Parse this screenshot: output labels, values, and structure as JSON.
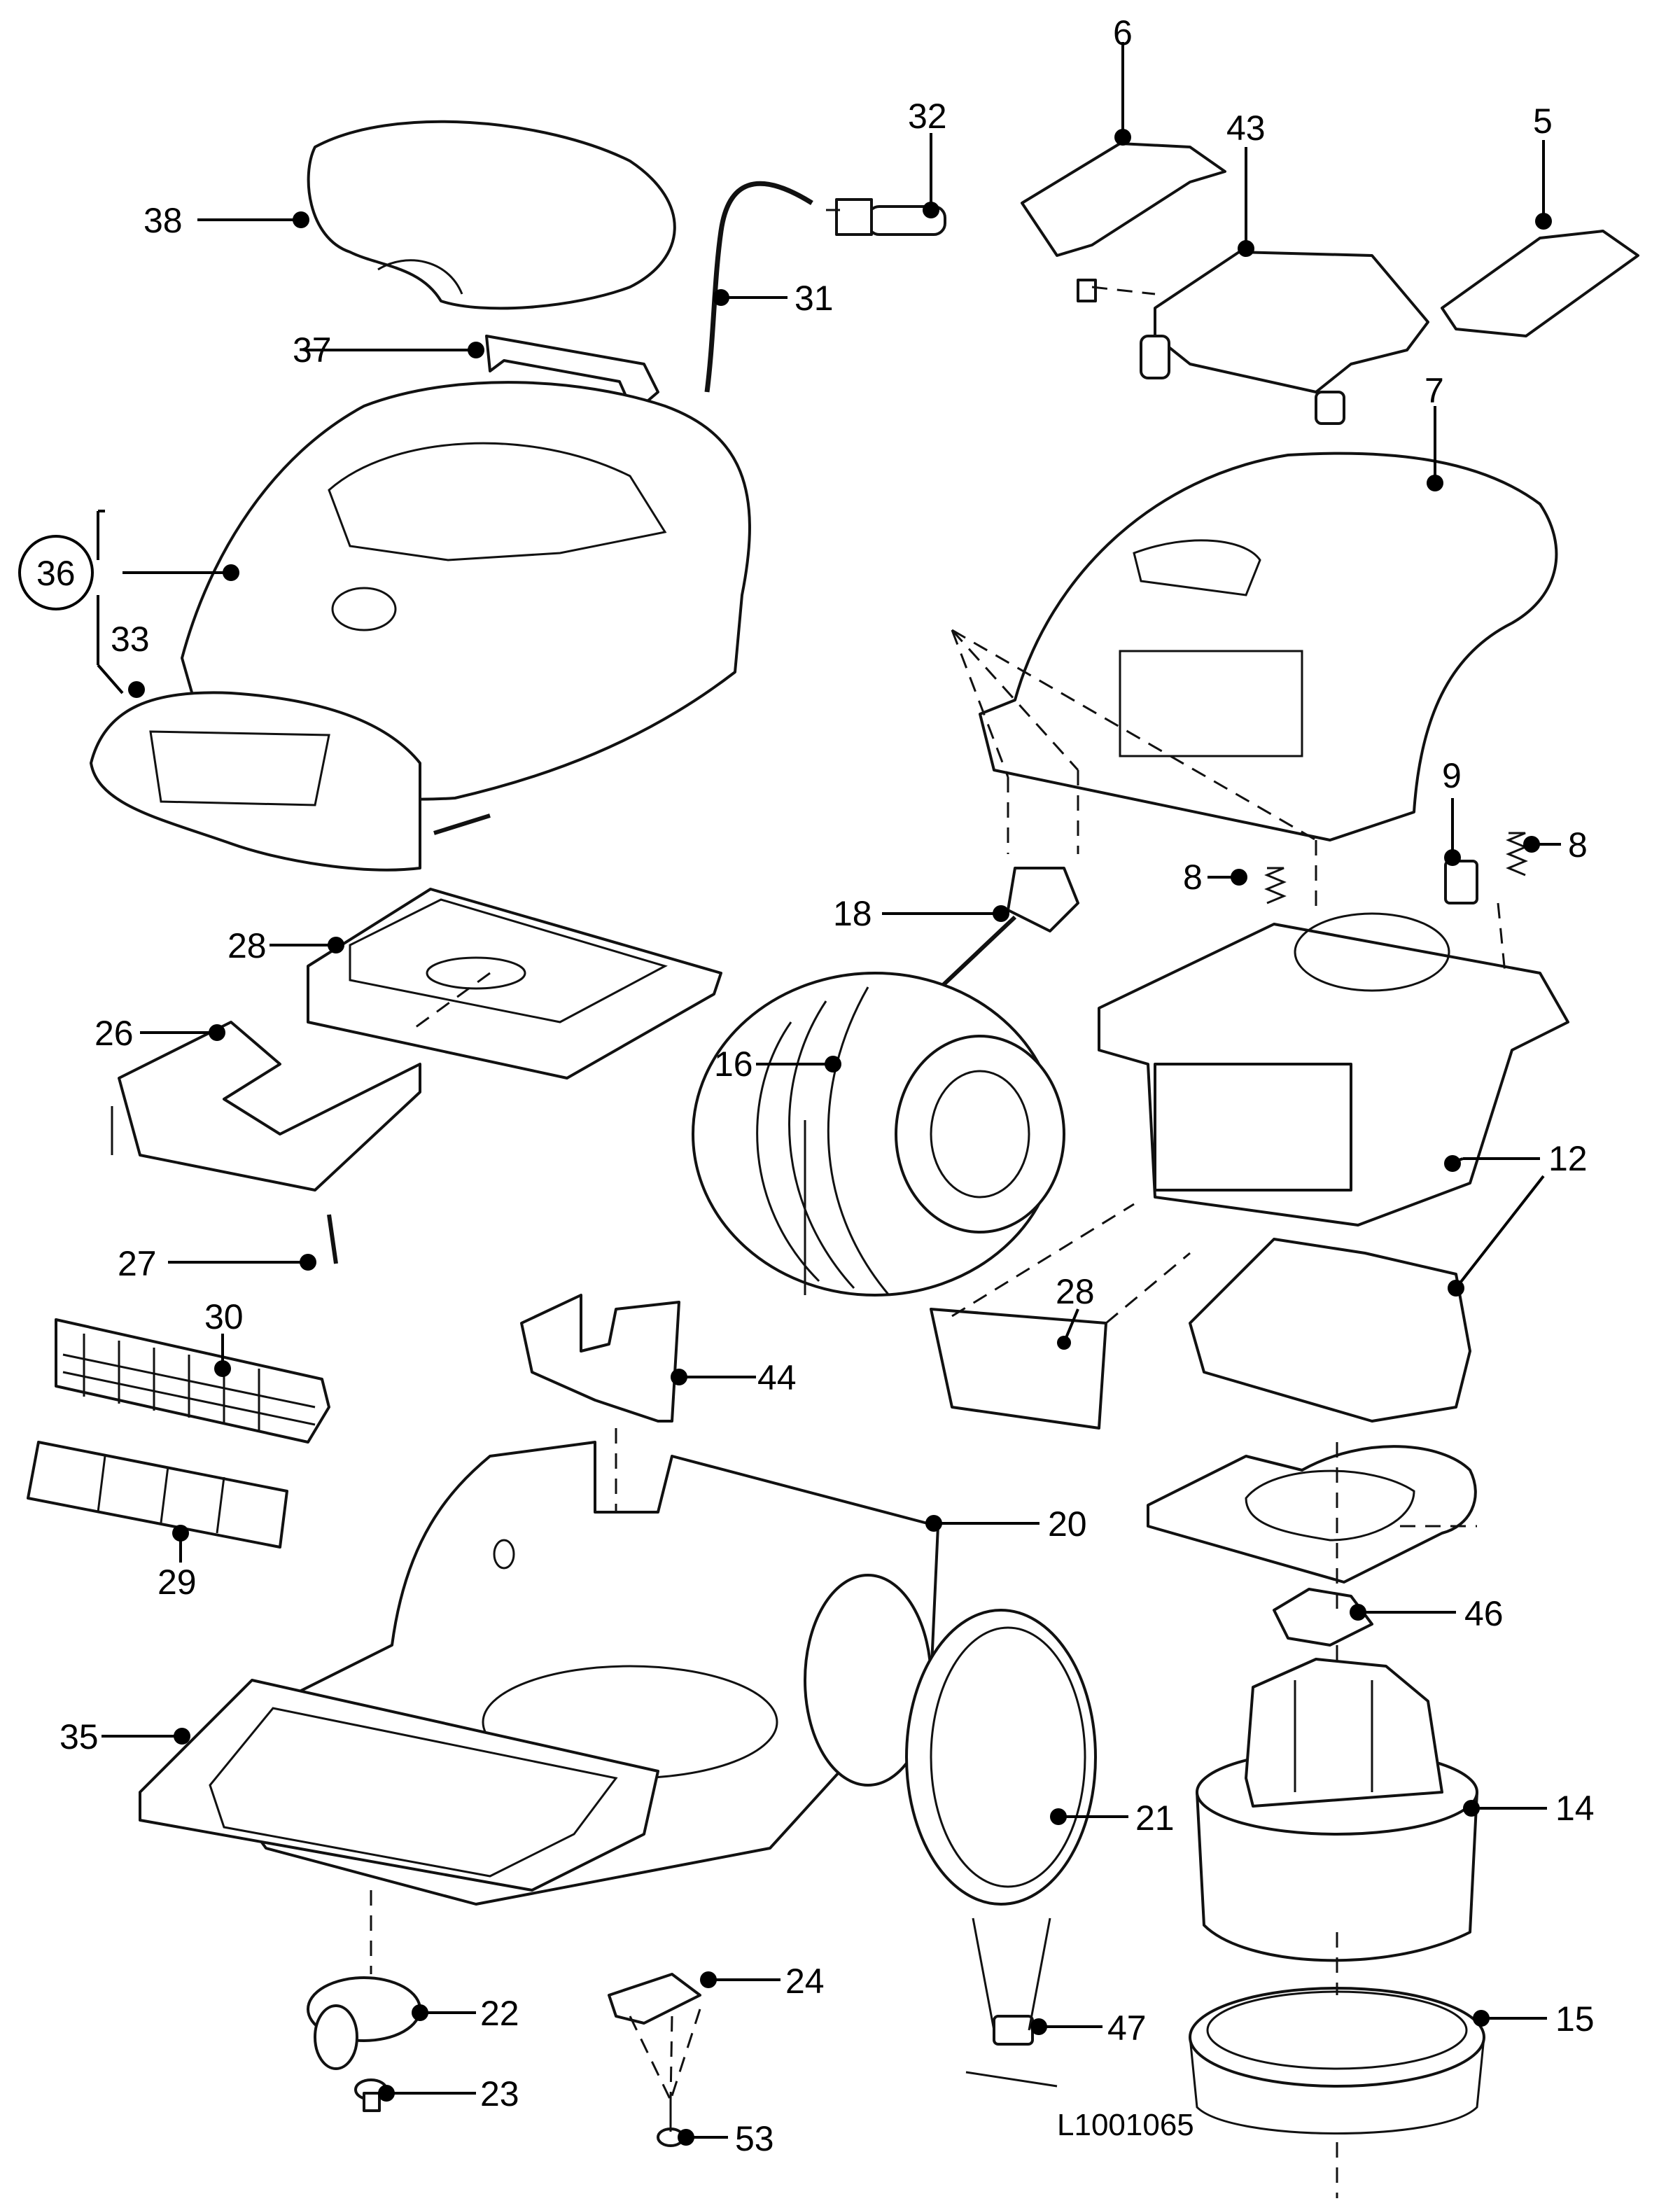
{
  "labels": {
    "p38": "38",
    "p37": "37",
    "p31": "31",
    "p32": "32",
    "p6": "6",
    "p43": "43",
    "p5": "5",
    "p36": "36",
    "p33": "33",
    "p7": "7",
    "p9": "9",
    "p8a": "8",
    "p8b": "8",
    "p28a": "28",
    "p26": "26",
    "p18": "18",
    "p16": "16",
    "p12": "12",
    "p27": "27",
    "p28b": "28",
    "p30": "30",
    "p44": "44",
    "p29": "29",
    "p20": "20",
    "p46": "46",
    "p35": "35",
    "p21": "21",
    "p14": "14",
    "p22": "22",
    "p24": "24",
    "p47": "47",
    "p15": "15",
    "p23": "23",
    "p53": "53"
  },
  "reference_code": "L1001065"
}
